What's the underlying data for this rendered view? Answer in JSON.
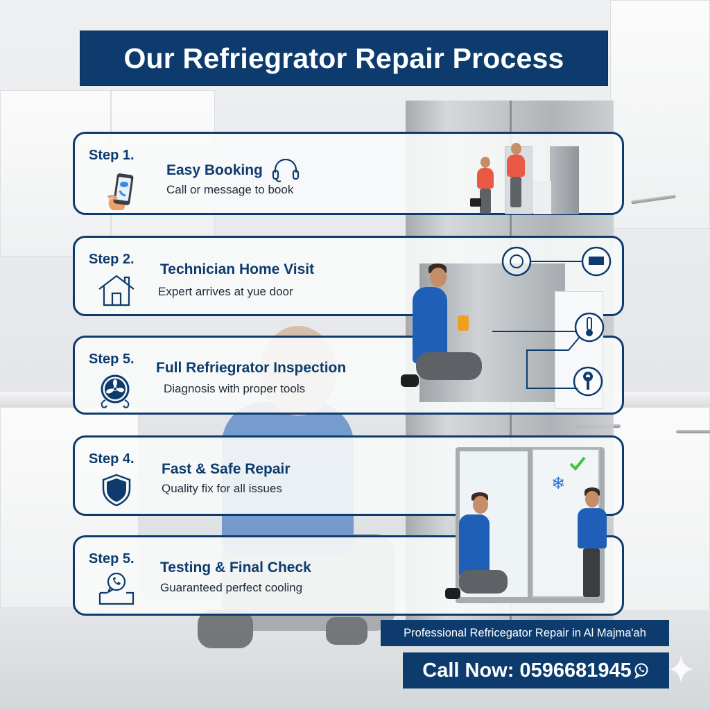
{
  "title": "Our Refriegrator Repair Process",
  "steps": [
    {
      "label": "Step 1.",
      "heading": "Easy Booking",
      "description": "Call or message to book",
      "icon": "phone-in-hand-icon",
      "heading_icon": "headset-icon",
      "illustration": "technicians-arriving-at-door"
    },
    {
      "label": "Step 2.",
      "heading": "Technician Home Visit",
      "description": "Expert arrives at yue door",
      "icon": "house-icon",
      "illustration": "technician-testing-fridge-with-multimeter"
    },
    {
      "label": "Step 5.",
      "heading": "Full Refriegrator Inspection",
      "description": "Diagnosis with proper tools",
      "icon": "fan-icon",
      "illustration_icons": [
        "compressor-icon",
        "condenser-icon",
        "thermometer-icon",
        "wrench-icon"
      ]
    },
    {
      "label": "Step 4.",
      "heading": "Fast & Safe Repair",
      "description": "Quality fix for all issues",
      "icon": "shield-icon",
      "illustration": "technician-repairing-open-fridge"
    },
    {
      "label": "Step 5.",
      "heading": "Testing & Final Check",
      "description": "Guaranteed perfect cooling",
      "icon": "whatsapp-chat-icon",
      "illustration_icons": [
        "checkmark-icon",
        "snowflake-icon"
      ],
      "illustration": "customer-thumbs-up"
    }
  ],
  "footer": {
    "tagline": "Professional Refricegator Repair in Al Majma'ah",
    "call_label": "Call Now: 0596681945",
    "call_icon": "whatsapp-icon"
  },
  "colors": {
    "primary_navy": "#0d3b6e",
    "technician_blue": "#1f5fb8",
    "customer_red": "#e85a45",
    "check_green": "#3cc43c"
  }
}
